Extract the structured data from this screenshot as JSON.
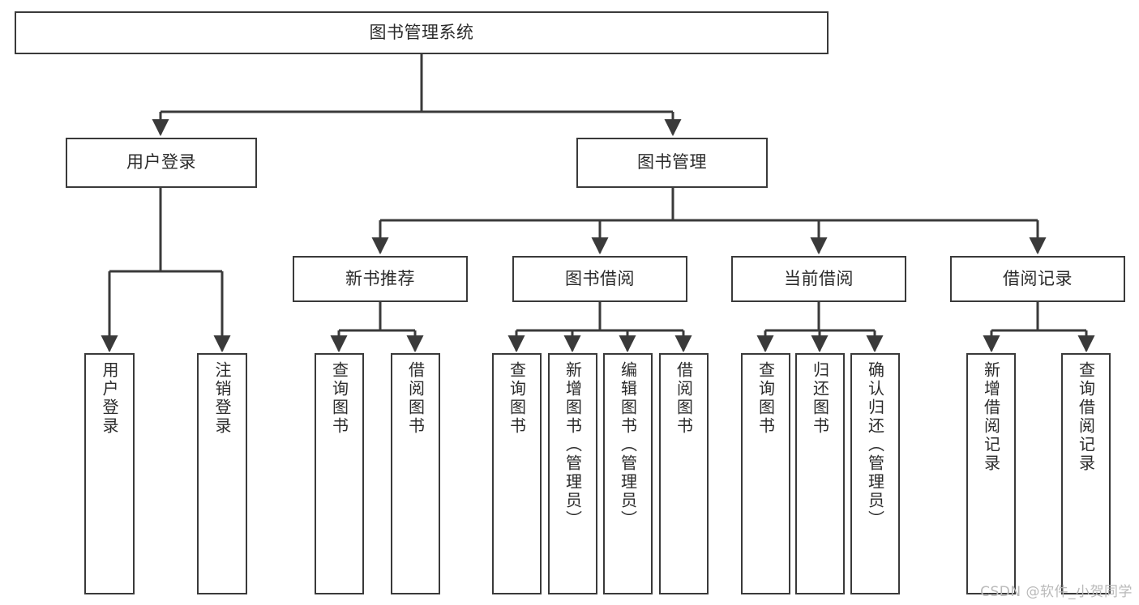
{
  "diagram": {
    "title": "图书管理系统",
    "type": "hierarchy-tree",
    "watermark": "CSDN @软件_小贺同学",
    "colors": {
      "box_border": "#3a3a3a",
      "box_fill": "#ffffff",
      "text": "#2b2b2b",
      "connector": "#3a3a3a",
      "watermark": "#b9b9b9",
      "background": "#ffffff"
    },
    "nodes": {
      "root": {
        "label": "图书管理系统"
      },
      "level2": [
        {
          "label": "用户登录"
        },
        {
          "label": "图书管理"
        }
      ],
      "level3": [
        {
          "label": "新书推荐"
        },
        {
          "label": "图书借阅"
        },
        {
          "label": "当前借阅"
        },
        {
          "label": "借阅记录"
        }
      ],
      "leaves": [
        {
          "label": "用户登录"
        },
        {
          "label": "注销登录"
        },
        {
          "label": "查询图书"
        },
        {
          "label": "借阅图书"
        },
        {
          "label": "查询图书"
        },
        {
          "label": "新增图书（管理员）"
        },
        {
          "label": "编辑图书（管理员）"
        },
        {
          "label": "借阅图书"
        },
        {
          "label": "查询图书"
        },
        {
          "label": "归还图书"
        },
        {
          "label": "确认归还（管理员）"
        },
        {
          "label": "新增借阅记录"
        },
        {
          "label": "查询借阅记录"
        }
      ]
    }
  }
}
